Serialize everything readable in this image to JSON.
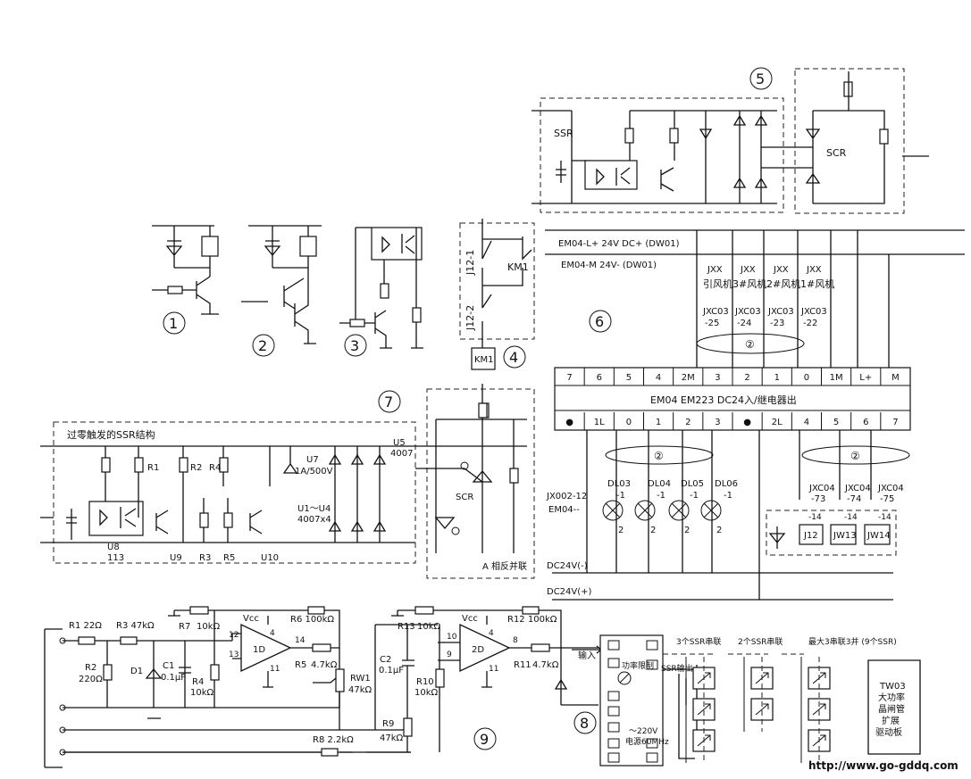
{
  "circles": [
    "1",
    "2",
    "3",
    "4",
    "5",
    "6",
    "7",
    "8",
    "9"
  ],
  "section4": {
    "j12_1": "J12-1",
    "j12_2": "J12-2",
    "km1_a": "KM1",
    "km1_b": "KM1"
  },
  "section5": {
    "ssr": "SSR",
    "scr": "SCR"
  },
  "section6": {
    "line1": "EM04-L+ 24V DC+ (DW01)",
    "line2": "EM04-M 24V- (DW01)",
    "jxx": [
      "JXX",
      "JXX",
      "JXX",
      "JXX"
    ],
    "fans": [
      "引风机",
      "3#风机",
      "2#风机",
      "1#风机"
    ],
    "jxc_top": [
      "JXC03",
      "JXC03",
      "JXC03",
      "JXC03"
    ],
    "jxc_top_n": [
      "-25",
      "-24",
      "-23",
      "-22"
    ],
    "top_terms": [
      "7",
      "6",
      "5",
      "4",
      "2M",
      "3",
      "2",
      "1",
      "0",
      "1M",
      "L+",
      "M"
    ],
    "module": "EM04 EM223 DC24入/继电器出",
    "bot_terms": [
      "●",
      "1L",
      "0",
      "1",
      "2",
      "3",
      "●",
      "2L",
      "4",
      "5",
      "6",
      "7"
    ],
    "ellipse_label": "②",
    "lamps": [
      "DL03",
      "DL04",
      "DL05",
      "DL06"
    ],
    "lamp_sub": "-1",
    "lamp_n": "2",
    "jx_left": "JX002-12",
    "em_left": "EM04--",
    "jxc_bot": [
      "JXC04",
      "JXC04",
      "JXC04"
    ],
    "jxc_bot_n": [
      "-73",
      "-74",
      "-75"
    ],
    "relay_n": "-14",
    "relays": [
      "J12",
      "JW13",
      "JW14"
    ],
    "dc_neg": "DC24V(-)",
    "dc_pos": "DC24V(+)"
  },
  "section7": {
    "title": "过零触发的SSR结构",
    "labels": {
      "r1": "R1",
      "r2": "R2",
      "r3": "R3",
      "r4": "R4",
      "r5": "R5",
      "u7": "U7",
      "u7v": "1A/500V",
      "u5": "U5",
      "u5v": "4007",
      "u1": "U1～U4",
      "u1v": "4007x4",
      "u8": "U8",
      "u8v": "113",
      "u9": "U9",
      "u10": "U10",
      "scr": "SCR",
      "anti": "A 相反并联"
    }
  },
  "section9": {
    "labels": {
      "r1": "R1 22Ω",
      "r3": "R3 47kΩ",
      "r2": "R2",
      "r2v": "220Ω",
      "d1": "D1",
      "c1": "C1",
      "c1v": "0.1μF",
      "r7": "R7",
      "r7v": "10kΩ",
      "r4": "R4",
      "r4v": "10kΩ",
      "vcc1": "Vcc",
      "p4a": "4",
      "p12a": "12",
      "p13a": "13",
      "p14a": "14",
      "p11a": "11",
      "op1": "1D",
      "r6": "R6 100kΩ",
      "r5": "R5",
      "r5v": "4.7kΩ",
      "rw1": "RW1",
      "rw1v": "47kΩ",
      "r13": "R13",
      "r13v": "10kΩ",
      "c2": "C2",
      "c2v": "0.1μF",
      "vcc2": "Vcc",
      "p4b": "4",
      "p10b": "10",
      "p9b": "9",
      "p8b": "8",
      "p11b": "11",
      "op2": "2D",
      "r12": "R12 100kΩ",
      "r11": "R11",
      "r11v": "4.7kΩ",
      "r10": "R10",
      "r10v": "10kΩ",
      "r9": "R9",
      "r9v": "47kΩ",
      "r8": "R8 2.2kΩ"
    }
  },
  "section8": {
    "input": "输入",
    "limit": "功率限制",
    "ssr_out": "SSR输出",
    "power1": "～220V",
    "power2": "电源60MHz",
    "h3": "3个SSR串联",
    "h2": "2个SSR串联",
    "hmax": "最大3串联3并 (9个SSR)",
    "tw03": [
      "TW03",
      "大功率",
      "晶闸管",
      "扩展",
      "驱动板"
    ]
  },
  "watermark": "http://www.go-gddq.com"
}
